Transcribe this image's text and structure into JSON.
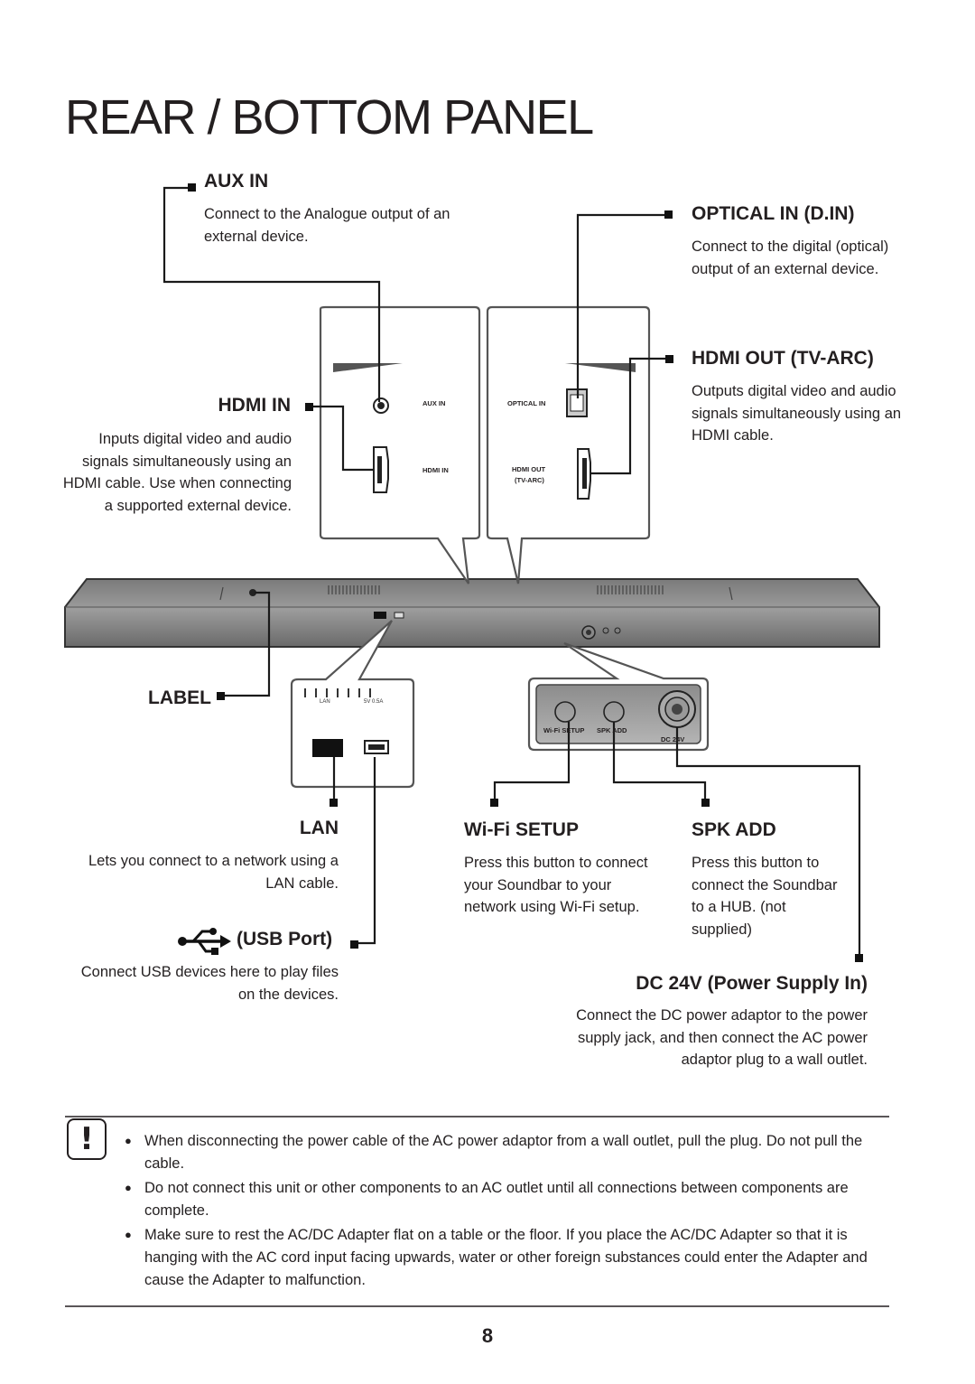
{
  "title": "REAR / BOTTOM PANEL",
  "aux_in": {
    "heading": "AUX IN",
    "desc": "Connect to the Analogue output of an external device."
  },
  "optical_in": {
    "heading": "OPTICAL IN (D.IN)",
    "desc": "Connect to the digital (optical) output of an external device."
  },
  "hdmi_out": {
    "heading": "HDMI OUT (TV-ARC)",
    "desc": "Outputs digital video and audio signals simultaneously using an HDMI cable."
  },
  "hdmi_in": {
    "heading": "HDMI IN",
    "desc": "Inputs digital video and audio signals simultaneously using an HDMI cable. Use when connecting a supported external device."
  },
  "label": {
    "heading": "LABEL"
  },
  "lan": {
    "heading": "LAN",
    "desc": "Lets you connect to a network using a LAN cable."
  },
  "usb": {
    "heading": "(USB Port)",
    "desc": "Connect USB devices here to play files on the devices.",
    "icon": "usb-icon"
  },
  "wifi_setup": {
    "heading": "Wi-Fi SETUP",
    "desc": "Press this button to connect your Soundbar to your network using Wi-Fi setup."
  },
  "spk_add": {
    "heading": "SPK ADD",
    "desc": "Press this button to connect the Soundbar to a HUB. (not supplied)"
  },
  "dc": {
    "heading": "DC 24V (Power Supply In)",
    "desc": "Connect the DC power adaptor to the power supply jack, and then connect the AC power adaptor plug to a wall outlet."
  },
  "panel_labels": {
    "aux_in": "AUX IN",
    "hdmi_in": "HDMI IN",
    "optical_in": "OPTICAL IN",
    "hdmi_out": "HDMI OUT",
    "tv_arc": "(TV-ARC)",
    "lan": "LAN",
    "usb_rating": "5V 0.5A",
    "wifi_setup": "Wi-Fi SETUP",
    "spk_add": "SPK ADD",
    "dc_24v": "DC 24V"
  },
  "caution_icon": "caution-icon",
  "caution_mark": "!",
  "notes": [
    "When disconnecting the power cable of the AC power adaptor from a wall outlet, pull the plug. Do not pull the cable.",
    "Do not connect this unit or other components to an AC outlet until all connections between components are complete.",
    "Make sure to rest the AC/DC Adapter flat on a table or the floor. If you place the AC/DC Adapter so that it is hanging with the AC cord input facing upwards, water or other foreign substances could enter the Adapter and cause the Adapter to malfunction."
  ],
  "page_number": "8"
}
